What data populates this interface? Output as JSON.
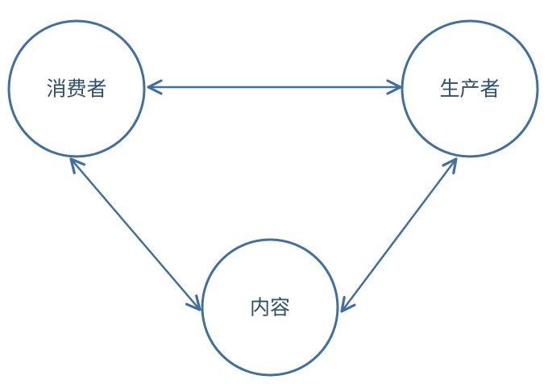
{
  "nodes": {
    "consumer": {
      "label": "消费者"
    },
    "producer": {
      "label": "生产者"
    },
    "content": {
      "label": "内容"
    }
  },
  "edges": [
    {
      "from": "consumer",
      "to": "producer",
      "direction": "both"
    },
    {
      "from": "consumer",
      "to": "content",
      "direction": "both"
    },
    {
      "from": "producer",
      "to": "content",
      "direction": "both"
    }
  ],
  "colors": {
    "stroke": "#41709f",
    "label": "#2f4f6f",
    "background": "#ffffff"
  }
}
